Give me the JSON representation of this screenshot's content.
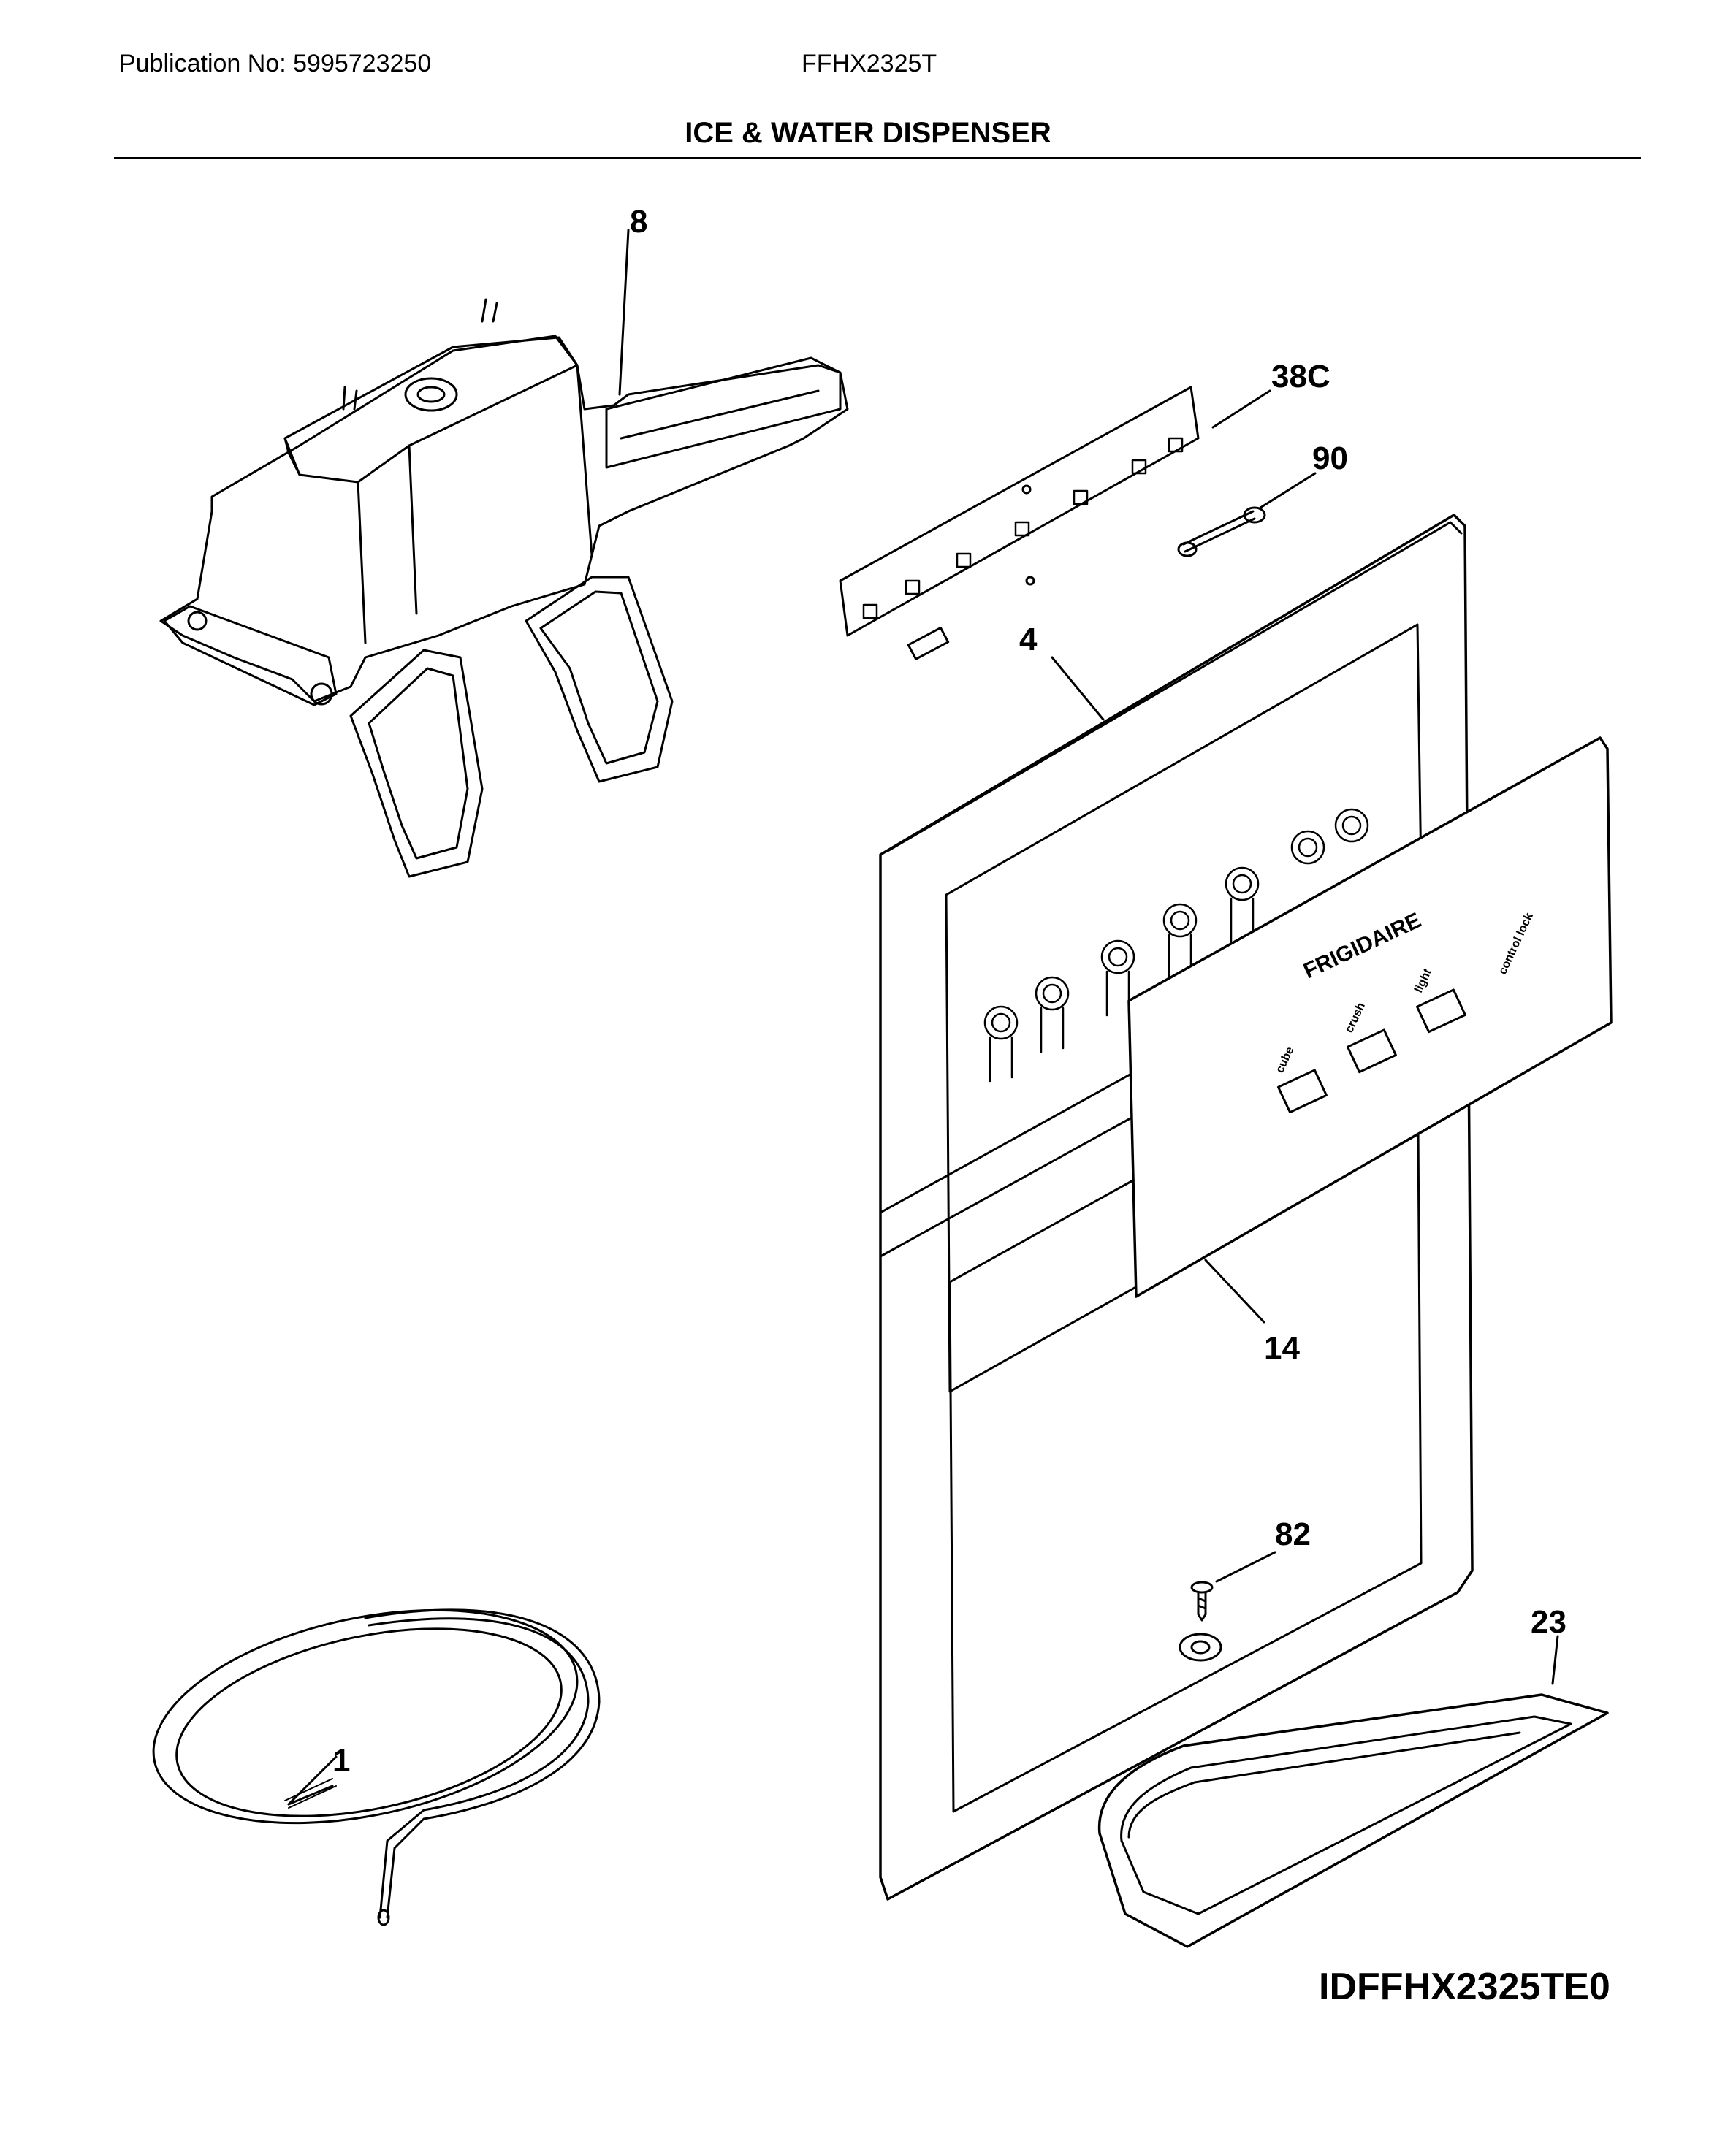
{
  "header": {
    "publication": "Publication No: 5995723250",
    "model": "FFHX2325T",
    "title": "ICE & WATER DISPENSER"
  },
  "callouts": {
    "c8": "8",
    "c38c": "38C",
    "c90": "90",
    "c4": "4",
    "c14": "14",
    "c82": "82",
    "c23": "23",
    "c1": "1"
  },
  "panel": {
    "brand": "FRIGIDAIRE",
    "button_labels": [
      "cube",
      "crush",
      "light",
      "control lock"
    ]
  },
  "diagram_code": "IDFFHX2325TE0"
}
